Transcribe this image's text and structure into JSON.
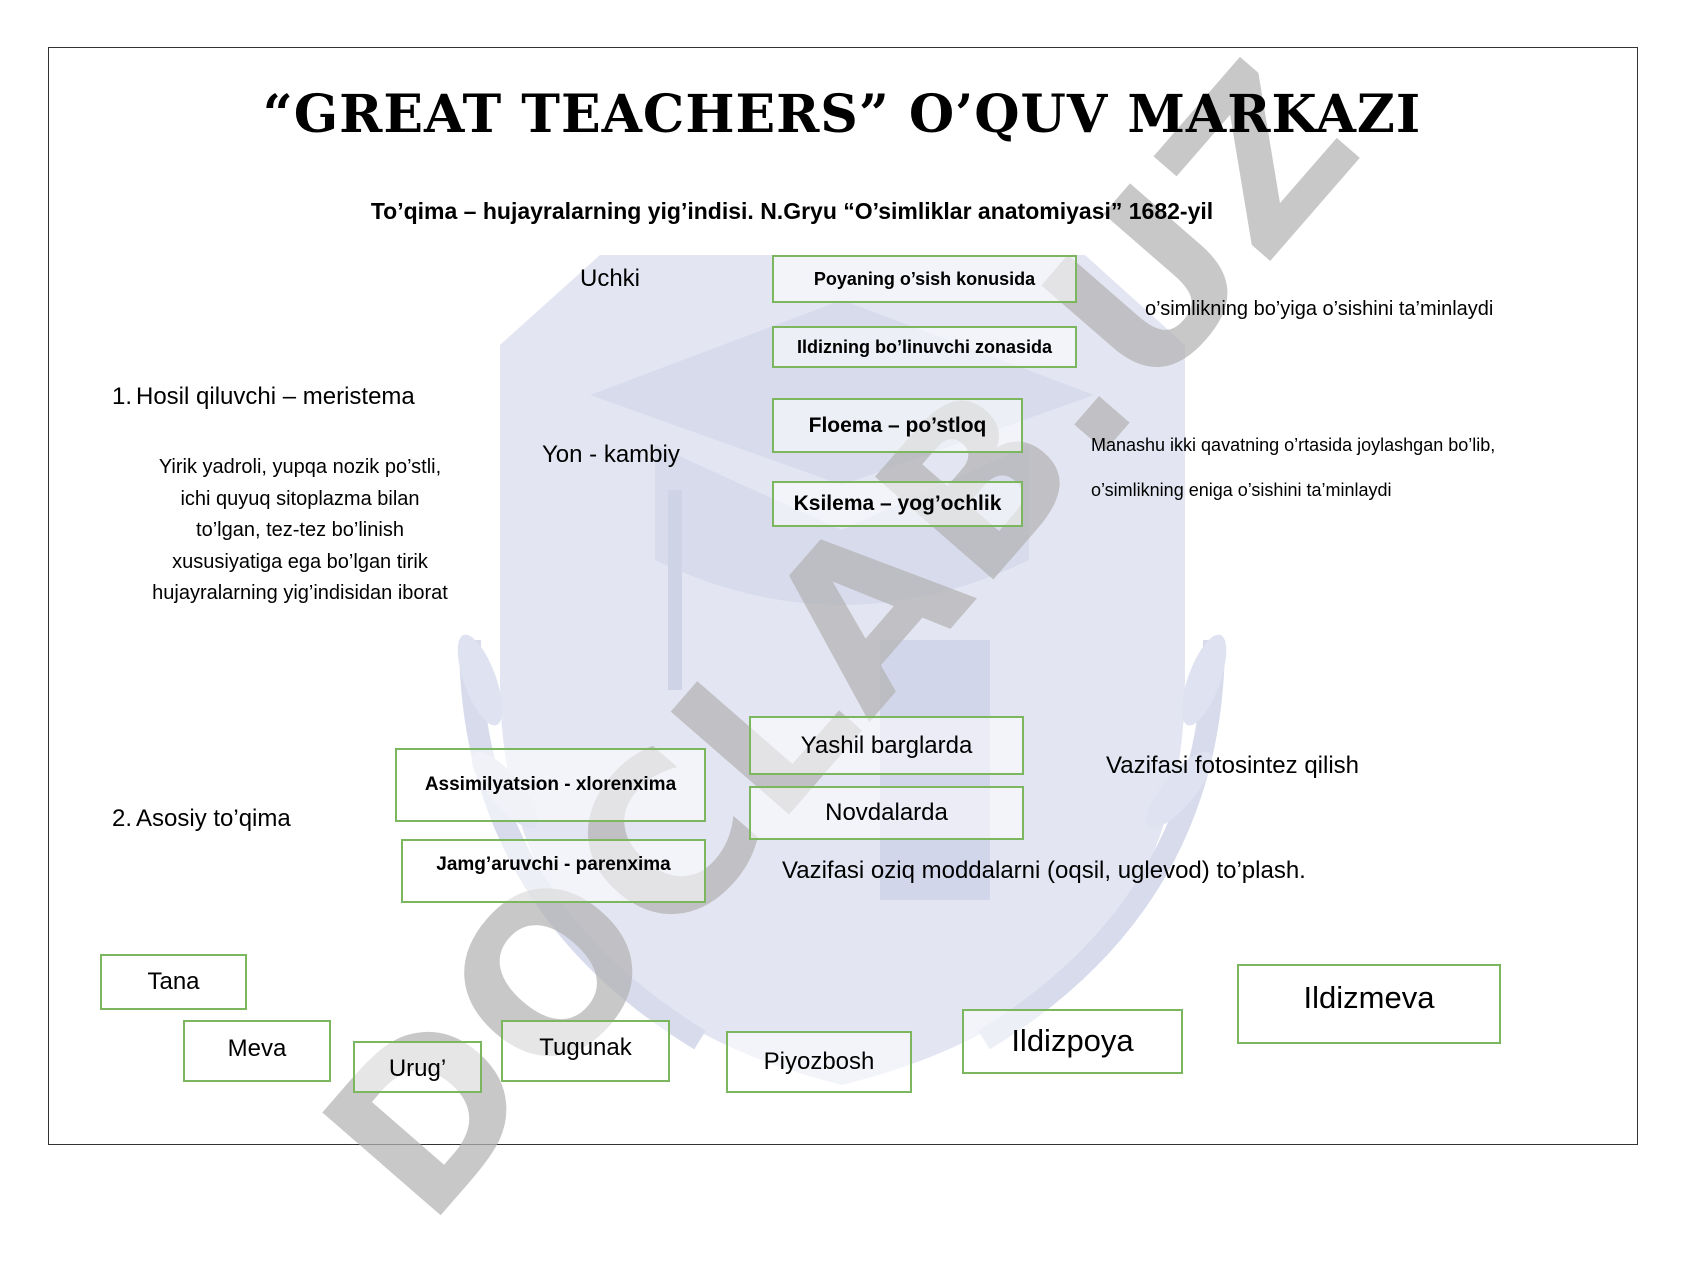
{
  "title": "“GREAT TEACHERS” O’QUV MARKAZI",
  "subtitle": "To’qima – hujayralarning yig’indisi. N.Gryu “O’simliklar anatomiyasi” 1682-yil",
  "watermark": "DOCLAB.UZ",
  "section1": {
    "number": "1.",
    "heading": "Hosil qiluvchi – meristema",
    "description": "Yirik yadroli, yupqa nozik po’stli, ichi quyuq sitoplazma bilan to’lgan, tez-tez bo’linish xususiyatiga ega bo’lgan tirik hujayralarning yig’indisidan iborat",
    "uchki": {
      "label": "Uchki",
      "boxes": [
        "Poyaning o’sish konusida",
        "Ildizning  bo’linuvchi  zonasida"
      ],
      "note": "o’simlikning bo’yiga o’sishini ta’minlaydi"
    },
    "yon": {
      "label": "Yon - kambiy",
      "boxes": [
        "Floema – po’stloq",
        "Ksilema – yog’ochlik"
      ],
      "note_line1": "Manashu ikki qavatning o’rtasida joylashgan bo’lib,",
      "note_line2": "o’simlikning eniga o’sishini ta’minlaydi"
    }
  },
  "section2": {
    "number": "2.",
    "heading": "Asosiy to’qima",
    "assimilyatsion": {
      "label": "Assimilyatsion - xlorenxima",
      "boxes": [
        "Yashil barglarda",
        "Novdalarda"
      ],
      "note": "Vazifasi fotosintez qilish"
    },
    "jamgaruvchi": {
      "label": "Jamg’aruvchi - parenxima",
      "note": "Vazifasi oziq moddalarni (oqsil, uglevod) to’plash."
    }
  },
  "organs": [
    "Tana",
    "Meva",
    "Urug’",
    "Tugunak",
    "Piyozbosh",
    "Ildizpoya",
    "Ildizmeva"
  ],
  "colors": {
    "box_border": "#7cb65f",
    "emblem": "#dde1f0",
    "watermark": "#b4b4b4"
  }
}
